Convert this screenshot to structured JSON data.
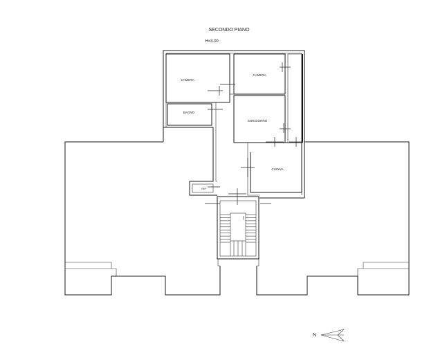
{
  "drawing": {
    "title": "SECONDO PIANO",
    "height_note": "H=3.00"
  },
  "rooms": {
    "camera_1": "CAMERA",
    "camera_2": "CAMERA",
    "bagno": "BAGNO",
    "soggiorno": "SOGGIORNO",
    "cucina": "CUCINA",
    "rip": "RIP."
  },
  "north_arrow": {
    "label": "N"
  },
  "stair_steps": 9,
  "colors": {
    "background": "#ffffff",
    "lines": "#1a1a1a"
  }
}
